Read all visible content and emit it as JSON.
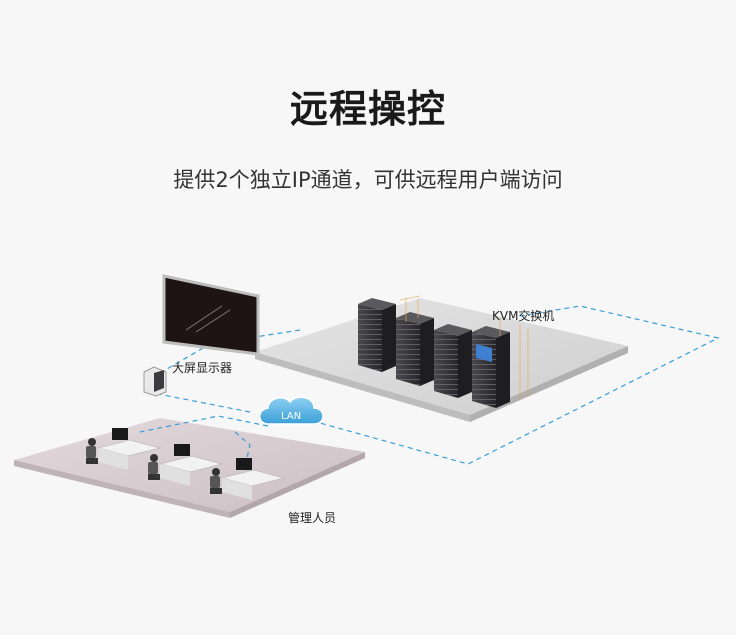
{
  "header": {
    "title": "远程操控",
    "subtitle": "提供2个独立IP通道，可供远程用户端访问"
  },
  "diagram": {
    "kvm_label": "KVM交换机",
    "display_label": "大屏显示器",
    "network_label": "LAN",
    "staff_label": "管理人员"
  },
  "colors": {
    "link": "#3a9fd8",
    "cloud": "#5ab4e6",
    "rack": "#2b2b2e",
    "platform": "#d9d9d9",
    "floor": "#d8ccd0"
  },
  "icons": [
    "display-screen-icon",
    "kvm-box-icon",
    "server-rack-icon",
    "cloud-icon",
    "workstation-icon"
  ]
}
